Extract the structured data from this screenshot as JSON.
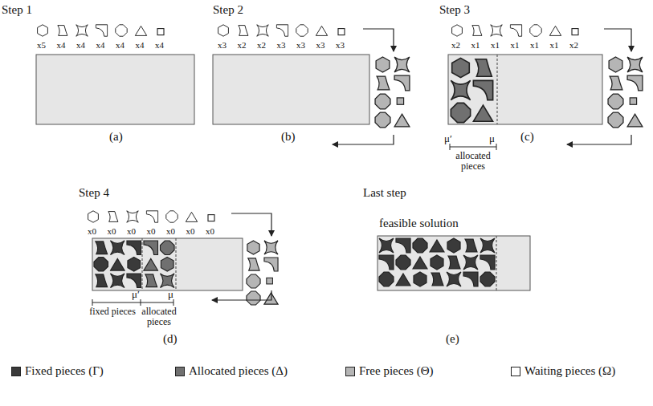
{
  "diagram": {
    "labels": [
      "Step 1",
      "x5",
      "x4",
      "x4",
      "x4",
      "x4",
      "x4",
      "x4",
      "(a)",
      "Step 2",
      "x3",
      "x2",
      "x2",
      "x3",
      "x3",
      "x3",
      "x3",
      "(b)",
      "Step 3",
      "x2",
      "x1",
      "x1",
      "x1",
      "x1",
      "x1",
      "x2",
      "μ′",
      "μ",
      "allocated pieces",
      "(c)",
      "Step 4",
      "x0",
      "x0",
      "x0",
      "x0",
      "x0",
      "x0",
      "x0",
      "μ′",
      "μ",
      "fixed pieces",
      "allocated pieces",
      "(d)",
      "Last step",
      "feasible solution",
      "(e)"
    ],
    "legend": [
      {
        "text": "Fixed pieces (Γ)",
        "color": "#3a3a3a"
      },
      {
        "text": "Allocated pieces (Δ)",
        "color": "#707070"
      },
      {
        "text": "Free pieces (Θ)",
        "color": "#b5b5b5"
      },
      {
        "text": "Waiting pieces (Ω)",
        "color": "#ffffff"
      }
    ]
  }
}
